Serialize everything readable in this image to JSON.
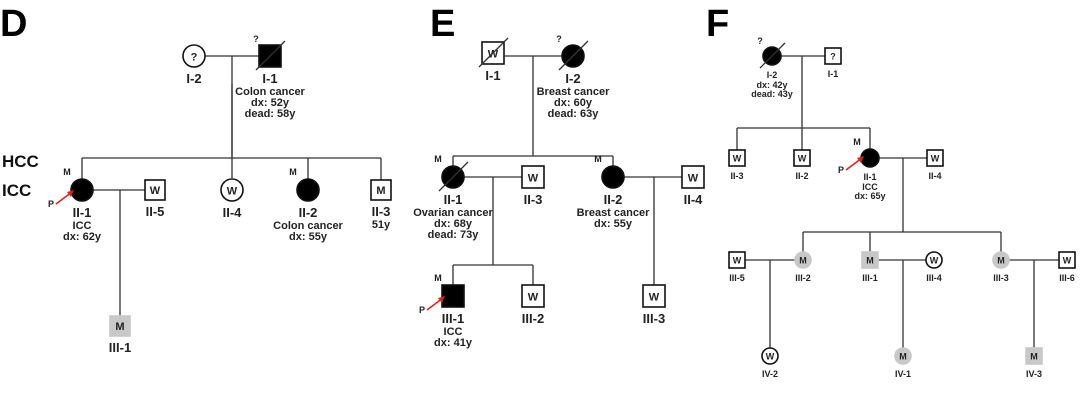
{
  "panels": [
    {
      "id": "D",
      "letter": "D",
      "side_labels": [
        "HCC",
        "ICC"
      ]
    },
    {
      "id": "E",
      "letter": "E",
      "side_labels": []
    },
    {
      "id": "F",
      "letter": "F",
      "side_labels": []
    }
  ],
  "individuals": [
    {
      "id": "D-I-2",
      "panel": "D",
      "shape": "circle",
      "fill": "white",
      "mark": "?",
      "label": "I-2",
      "notes": []
    },
    {
      "id": "D-I-1",
      "panel": "D",
      "shape": "square",
      "fill": "black",
      "deceased": true,
      "qmark": "?",
      "label": "I-1",
      "notes": [
        "Colon cancer",
        "dx: 52y",
        "dead: 58y"
      ]
    },
    {
      "id": "D-II-1",
      "panel": "D",
      "shape": "circle",
      "fill": "black",
      "tag": "M",
      "proband": "P",
      "label": "II-1",
      "notes": [
        "ICC",
        "dx: 62y"
      ]
    },
    {
      "id": "D-II-5",
      "panel": "D",
      "shape": "square",
      "fill": "white",
      "mark": "W",
      "label": "II-5",
      "notes": []
    },
    {
      "id": "D-II-4",
      "panel": "D",
      "shape": "circle",
      "fill": "white",
      "mark": "W",
      "label": "II-4",
      "notes": []
    },
    {
      "id": "D-II-2",
      "panel": "D",
      "shape": "circle",
      "fill": "black",
      "tag": "M",
      "label": "II-2",
      "notes": [
        "Colon cancer",
        "dx: 55y"
      ]
    },
    {
      "id": "D-II-3",
      "panel": "D",
      "shape": "square",
      "fill": "white",
      "mark": "M",
      "label": "II-3",
      "notes": [
        "51y"
      ]
    },
    {
      "id": "D-III-1",
      "panel": "D",
      "shape": "square",
      "fill": "gray",
      "mark": "M",
      "label": "III-1",
      "notes": []
    },
    {
      "id": "E-I-1",
      "panel": "E",
      "shape": "square",
      "fill": "white",
      "mark": "W",
      "deceased": true,
      "label": "I-1",
      "notes": []
    },
    {
      "id": "E-I-2",
      "panel": "E",
      "shape": "circle",
      "fill": "black",
      "deceased": true,
      "qmark": "?",
      "label": "I-2",
      "notes": [
        "Breast cancer",
        "dx: 60y",
        "dead: 63y"
      ]
    },
    {
      "id": "E-II-1",
      "panel": "E",
      "shape": "circle",
      "fill": "black",
      "deceased": true,
      "tag": "M",
      "label": "II-1",
      "notes": [
        "Ovarian cancer",
        "dx: 68y",
        "dead: 73y"
      ]
    },
    {
      "id": "E-II-3",
      "panel": "E",
      "shape": "square",
      "fill": "white",
      "mark": "W",
      "label": "II-3",
      "notes": []
    },
    {
      "id": "E-II-2",
      "panel": "E",
      "shape": "circle",
      "fill": "black",
      "tag": "M",
      "label": "II-2",
      "notes": [
        "Breast cancer",
        "dx: 55y"
      ]
    },
    {
      "id": "E-II-4",
      "panel": "E",
      "shape": "square",
      "fill": "white",
      "mark": "W",
      "label": "II-4",
      "notes": []
    },
    {
      "id": "E-III-1",
      "panel": "E",
      "shape": "square",
      "fill": "black",
      "tag": "M",
      "proband": "P",
      "label": "III-1",
      "notes": [
        "ICC",
        "dx: 41y"
      ]
    },
    {
      "id": "E-III-2",
      "panel": "E",
      "shape": "square",
      "fill": "white",
      "mark": "W",
      "label": "III-2",
      "notes": []
    },
    {
      "id": "E-III-3",
      "panel": "E",
      "shape": "square",
      "fill": "white",
      "mark": "W",
      "label": "III-3",
      "notes": []
    },
    {
      "id": "F-I-2",
      "panel": "F",
      "shape": "circle",
      "fill": "black",
      "deceased": true,
      "qmark": "?",
      "label": "I-2",
      "notes": [
        "dx: 42y",
        "dead: 43y"
      ]
    },
    {
      "id": "F-I-1",
      "panel": "F",
      "shape": "square",
      "fill": "white",
      "mark": "?",
      "label": "I-1",
      "notes": []
    },
    {
      "id": "F-II-3",
      "panel": "F",
      "shape": "square",
      "fill": "white",
      "mark": "W",
      "label": "II-3",
      "notes": []
    },
    {
      "id": "F-II-2",
      "panel": "F",
      "shape": "square",
      "fill": "white",
      "mark": "W",
      "label": "II-2",
      "notes": []
    },
    {
      "id": "F-II-1",
      "panel": "F",
      "shape": "circle",
      "fill": "black",
      "tag": "M",
      "proband": "P",
      "label": "II-1",
      "notes": [
        "ICC",
        "dx: 65y"
      ]
    },
    {
      "id": "F-II-4",
      "panel": "F",
      "shape": "square",
      "fill": "white",
      "mark": "W",
      "label": "II-4",
      "notes": []
    },
    {
      "id": "F-III-5",
      "panel": "F",
      "shape": "square",
      "fill": "white",
      "mark": "W",
      "label": "III-5",
      "notes": []
    },
    {
      "id": "F-III-2",
      "panel": "F",
      "shape": "circle",
      "fill": "gray",
      "mark": "M",
      "label": "III-2",
      "notes": []
    },
    {
      "id": "F-III-1",
      "panel": "F",
      "shape": "square",
      "fill": "gray",
      "mark": "M",
      "label": "III-1",
      "notes": []
    },
    {
      "id": "F-III-4",
      "panel": "F",
      "shape": "circle",
      "fill": "white",
      "mark": "W",
      "label": "III-4",
      "notes": []
    },
    {
      "id": "F-III-3",
      "panel": "F",
      "shape": "circle",
      "fill": "gray",
      "mark": "M",
      "label": "III-3",
      "notes": []
    },
    {
      "id": "F-III-6",
      "panel": "F",
      "shape": "square",
      "fill": "white",
      "mark": "W",
      "label": "III-6",
      "notes": []
    },
    {
      "id": "F-IV-2",
      "panel": "F",
      "shape": "circle",
      "fill": "white",
      "mark": "W",
      "label": "IV-2",
      "notes": []
    },
    {
      "id": "F-IV-1",
      "panel": "F",
      "shape": "circle",
      "fill": "gray",
      "mark": "M",
      "label": "IV-1",
      "notes": []
    },
    {
      "id": "F-IV-3",
      "panel": "F",
      "shape": "square",
      "fill": "gray",
      "mark": "M",
      "label": "IV-3",
      "notes": []
    }
  ],
  "colors": {
    "affected": "#000000",
    "carrier_gray": "#c8c8c8",
    "proband_arrow": "#e0201a",
    "line": "#333333"
  }
}
